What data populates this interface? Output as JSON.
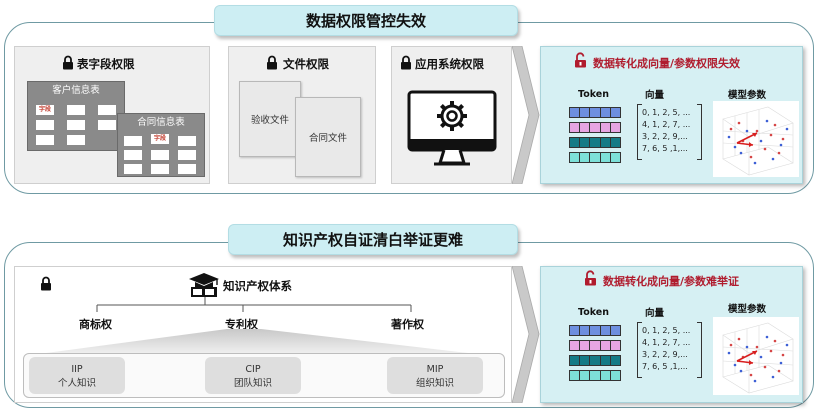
{
  "top": {
    "banner": "数据权限管控失效",
    "panel_field": {
      "title": "表字段权限",
      "table_customer": "客户信息表",
      "table_contract": "合同信息表",
      "field_tag": "字段"
    },
    "panel_file": {
      "title": "文件权限",
      "doc_acceptance": "验收文件",
      "doc_contract": "合同文件"
    },
    "panel_app": {
      "title": "应用系统权限"
    },
    "right": {
      "title": "数据转化成向量/参数权限失效",
      "token_label": "Token",
      "vector_label": "向量",
      "model_label": "模型参数",
      "vectors": [
        "0, 1, 2, 5, ...",
        "4, 1, 2, 7, ...",
        "3, 2, 2, 9,...",
        "7, 6, 5 ,1,..."
      ]
    }
  },
  "bottom": {
    "banner": "知识产权自证清白举证更难",
    "system_title": "知识产权体系",
    "branches": [
      "商标权",
      "专利权",
      "著作权"
    ],
    "patents": [
      {
        "code": "IIP",
        "name": "个人知识"
      },
      {
        "code": "CIP",
        "name": "团队知识"
      },
      {
        "code": "MIP",
        "name": "组织知识"
      }
    ],
    "right": {
      "title": "数据转化成向量/参数难举证",
      "token_label": "Token",
      "vector_label": "向量",
      "model_label": "模型参数",
      "vectors": [
        "0, 1, 2, 5, ...",
        "4, 1, 2, 7, ...",
        "3, 2, 2, 9,...",
        "7, 6, 5 ,1,..."
      ]
    }
  },
  "colors": {
    "token_rows": [
      "#6e8fe0",
      "#e7a5e3",
      "#157b86",
      "#7de0d8"
    ],
    "alert_red": "#b01c2e",
    "banner_bg": "#cdeef3"
  },
  "icons": {
    "lock": "padlock-closed",
    "unlock": "padlock-open-red",
    "app": "monitor-gear",
    "ip": "graduation-cap-certificate"
  }
}
